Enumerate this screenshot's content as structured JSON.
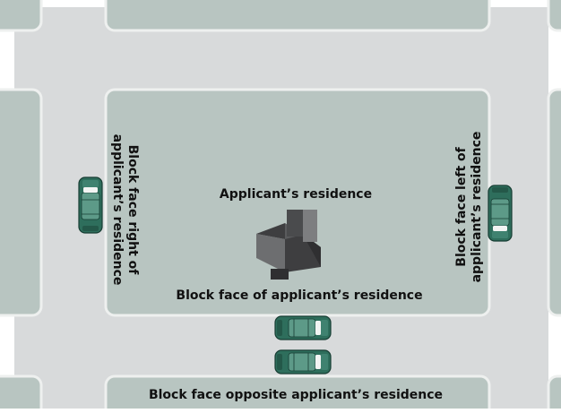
{
  "labels": {
    "residence": "Applicant’s residence",
    "front_face": "Block face of applicant’s residence",
    "right_face_line1": "Block face right of",
    "right_face_line2": "applicant’s residence",
    "left_face_line1": "Block face left of",
    "left_face_line2": "applicant’s residence",
    "opposite_face": "Block face opposite applicant’s residence"
  },
  "colors": {
    "road": "#d8dadb",
    "block": "#b8c5c1",
    "block_edge": "#eef0ef",
    "car_body": "#2e6e5c",
    "car_roof": "#5d9a88",
    "house_dark": "#3e3e40",
    "house_mid": "#6d6e70",
    "house_light": "#8c8d8f"
  },
  "icons": {
    "car": "car-icon",
    "house": "house-icon"
  }
}
